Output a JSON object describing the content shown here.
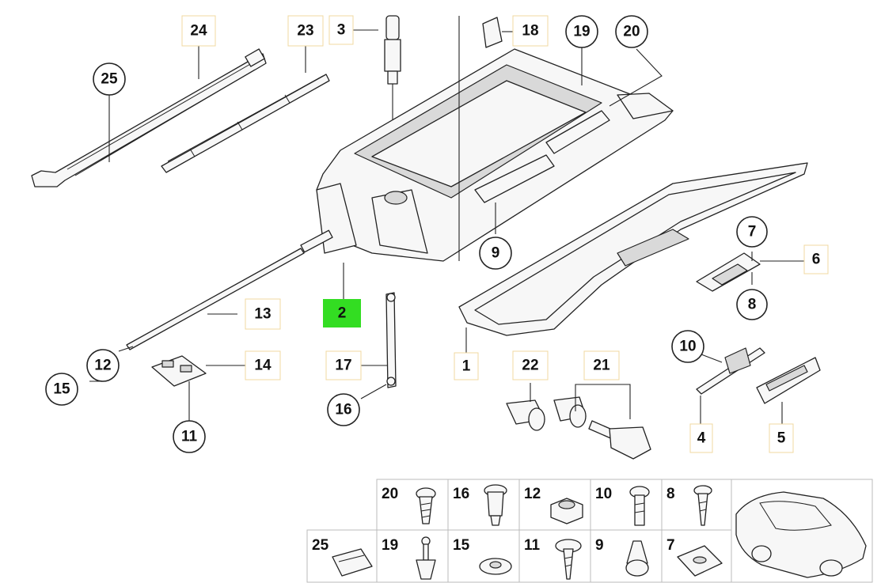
{
  "callouts": {
    "c1": "1",
    "c2": "2",
    "c3": "3",
    "c4": "4",
    "c5": "5",
    "c6": "6",
    "c7": "7",
    "c8": "8",
    "c9": "9",
    "c10": "10",
    "c11": "11",
    "c12": "12",
    "c13": "13",
    "c14": "14",
    "c15": "15",
    "c16": "16",
    "c17": "17",
    "c18": "18",
    "c19": "19",
    "c20": "20",
    "c21": "21",
    "c22": "22",
    "c23": "23",
    "c24": "24",
    "c25": "25"
  },
  "colors": {
    "highlight": "#33dd22"
  },
  "grid": {
    "top": [
      "20",
      "16",
      "12",
      "10",
      "8"
    ],
    "bottom": [
      "25",
      "19",
      "15",
      "11",
      "9",
      "7"
    ]
  }
}
